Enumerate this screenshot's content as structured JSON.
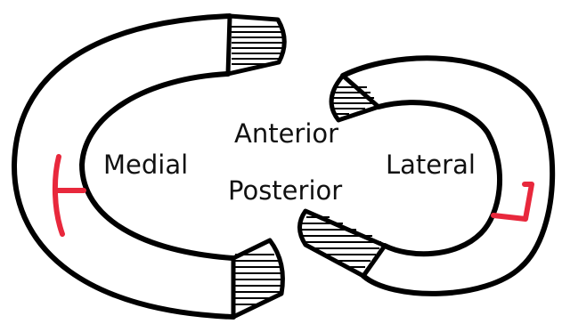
{
  "labels": {
    "medial": "Medial",
    "anterior": "Anterior",
    "posterior": "Posterior",
    "lateral": "Lateral"
  },
  "colors": {
    "outline": "#000000",
    "mark": "#e8283c",
    "background": "#ffffff"
  }
}
